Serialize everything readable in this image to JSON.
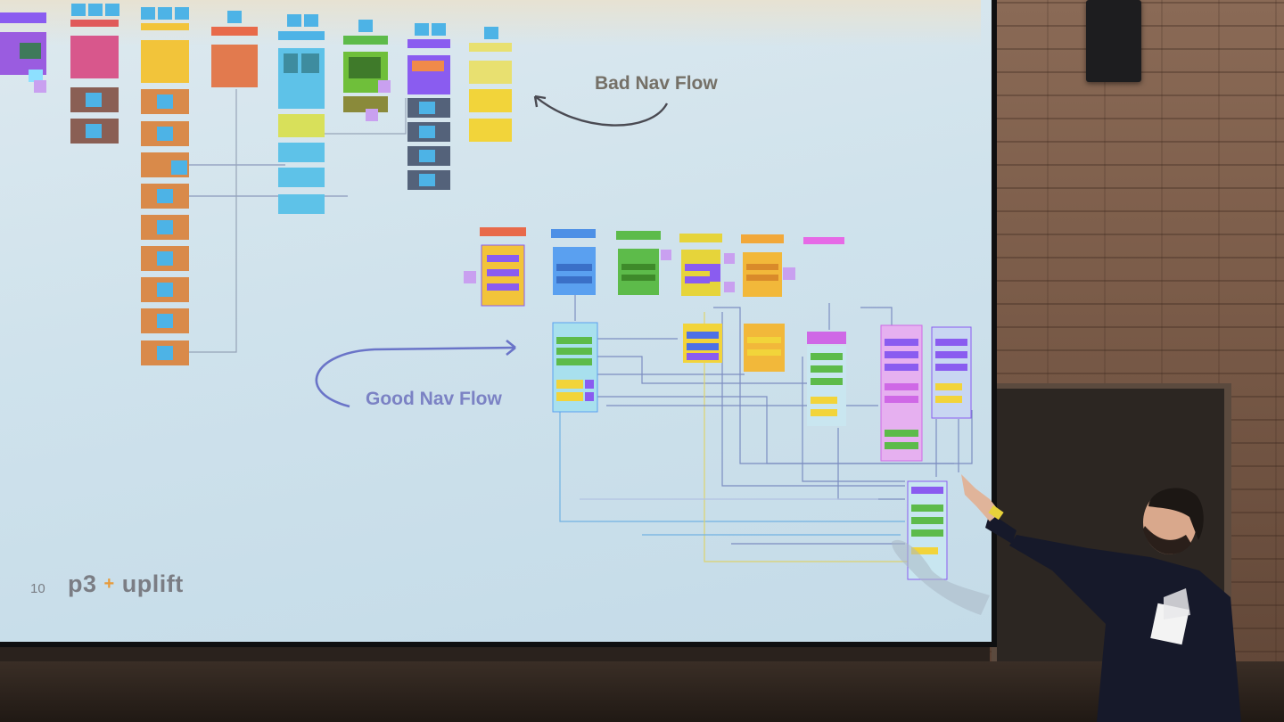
{
  "slide": {
    "number": "10",
    "logo_part1": "p3",
    "logo_plus": "+",
    "logo_part2": "uplift",
    "label_bad": "Bad Nav Flow",
    "label_good": "Good Nav Flow"
  },
  "colors": {
    "screen_bg": "#cfe2ec",
    "purple": "#8a5cf0",
    "red": "#e05a5a",
    "yellow": "#f2c43a",
    "orange": "#d98a4a",
    "blue": "#4db3e6",
    "green": "#5dbb4a",
    "brown": "#9a6a48",
    "slate": "#54627a",
    "magenta": "#cf68e6",
    "good_label": "#7b82c4",
    "bad_label": "#757067"
  }
}
